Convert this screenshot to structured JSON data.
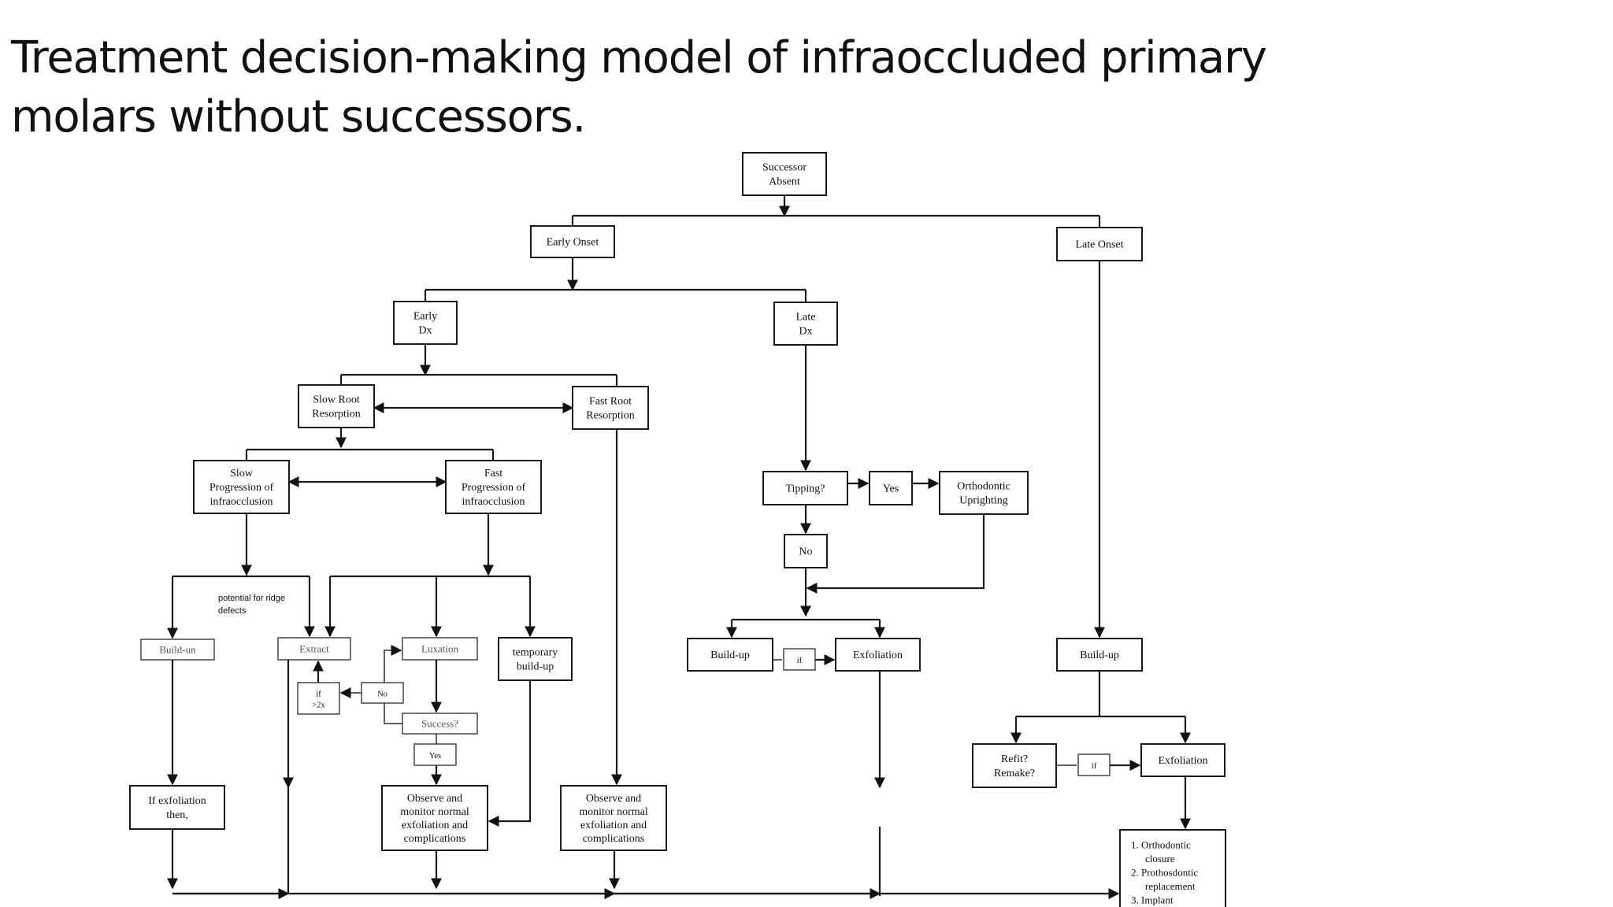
{
  "slide": {
    "title_lines": [
      "Treatment decision-making model of infraoccluded primary",
      "molars without successors."
    ]
  },
  "diagram": {
    "nodes": {
      "successor_absent": [
        "Successor",
        "Absent"
      ],
      "early_onset": [
        "Early Onset"
      ],
      "late_onset": [
        "Late Onset"
      ],
      "early_dx": [
        "Early",
        "Dx"
      ],
      "late_dx": [
        "Late",
        "Dx"
      ],
      "slow_root_resorption": [
        "Slow Root",
        "Resorption"
      ],
      "fast_root_resorption": [
        "Fast Root",
        "Resorption"
      ],
      "slow_progression": [
        "Slow",
        "Progression of",
        "infraocclusion"
      ],
      "fast_progression": [
        "Fast",
        "Progression of",
        "infraocclusion"
      ],
      "tipping": [
        "Tipping?"
      ],
      "tipping_yes": [
        "Yes"
      ],
      "orthodontic_uprighting": [
        "Orthodontic",
        "Uprighting"
      ],
      "tipping_no": [
        "No"
      ],
      "build_up_left": [
        "Build-un"
      ],
      "extract": [
        "Extract"
      ],
      "luxation": [
        "Luxation"
      ],
      "temporary_build_up": [
        "temporary",
        "build-up"
      ],
      "if_2x": [
        "if",
        ">2x"
      ],
      "luxation_no": [
        "No"
      ],
      "success": [
        "Success?"
      ],
      "success_yes": [
        "Yes"
      ],
      "build_up_mid": [
        "Build-up"
      ],
      "if_mid": [
        "if"
      ],
      "exfoliation_mid": [
        "Exfoliation"
      ],
      "build_up_right": [
        "Build-up"
      ],
      "refit_remake": [
        "Refit?",
        "Remake?"
      ],
      "if_right": [
        "if"
      ],
      "exfoliation_right": [
        "Exfoliation"
      ],
      "if_exfoliation_then": [
        "If exfoliation",
        "then,"
      ],
      "observe_monitor_left": [
        "Observe and",
        "monitor  normal",
        "exfoliation and",
        "complications"
      ],
      "observe_monitor_right": [
        "Observe and",
        "monitor normal",
        "exfoliation and",
        "complications"
      ],
      "final_options": [
        "1.  Orthodontic",
        "closure",
        "2.  Prothosdontic",
        "replacement",
        "3.  Implant"
      ]
    },
    "annotations": {
      "ridge_note": [
        "potential for ridge",
        "defects"
      ]
    }
  }
}
